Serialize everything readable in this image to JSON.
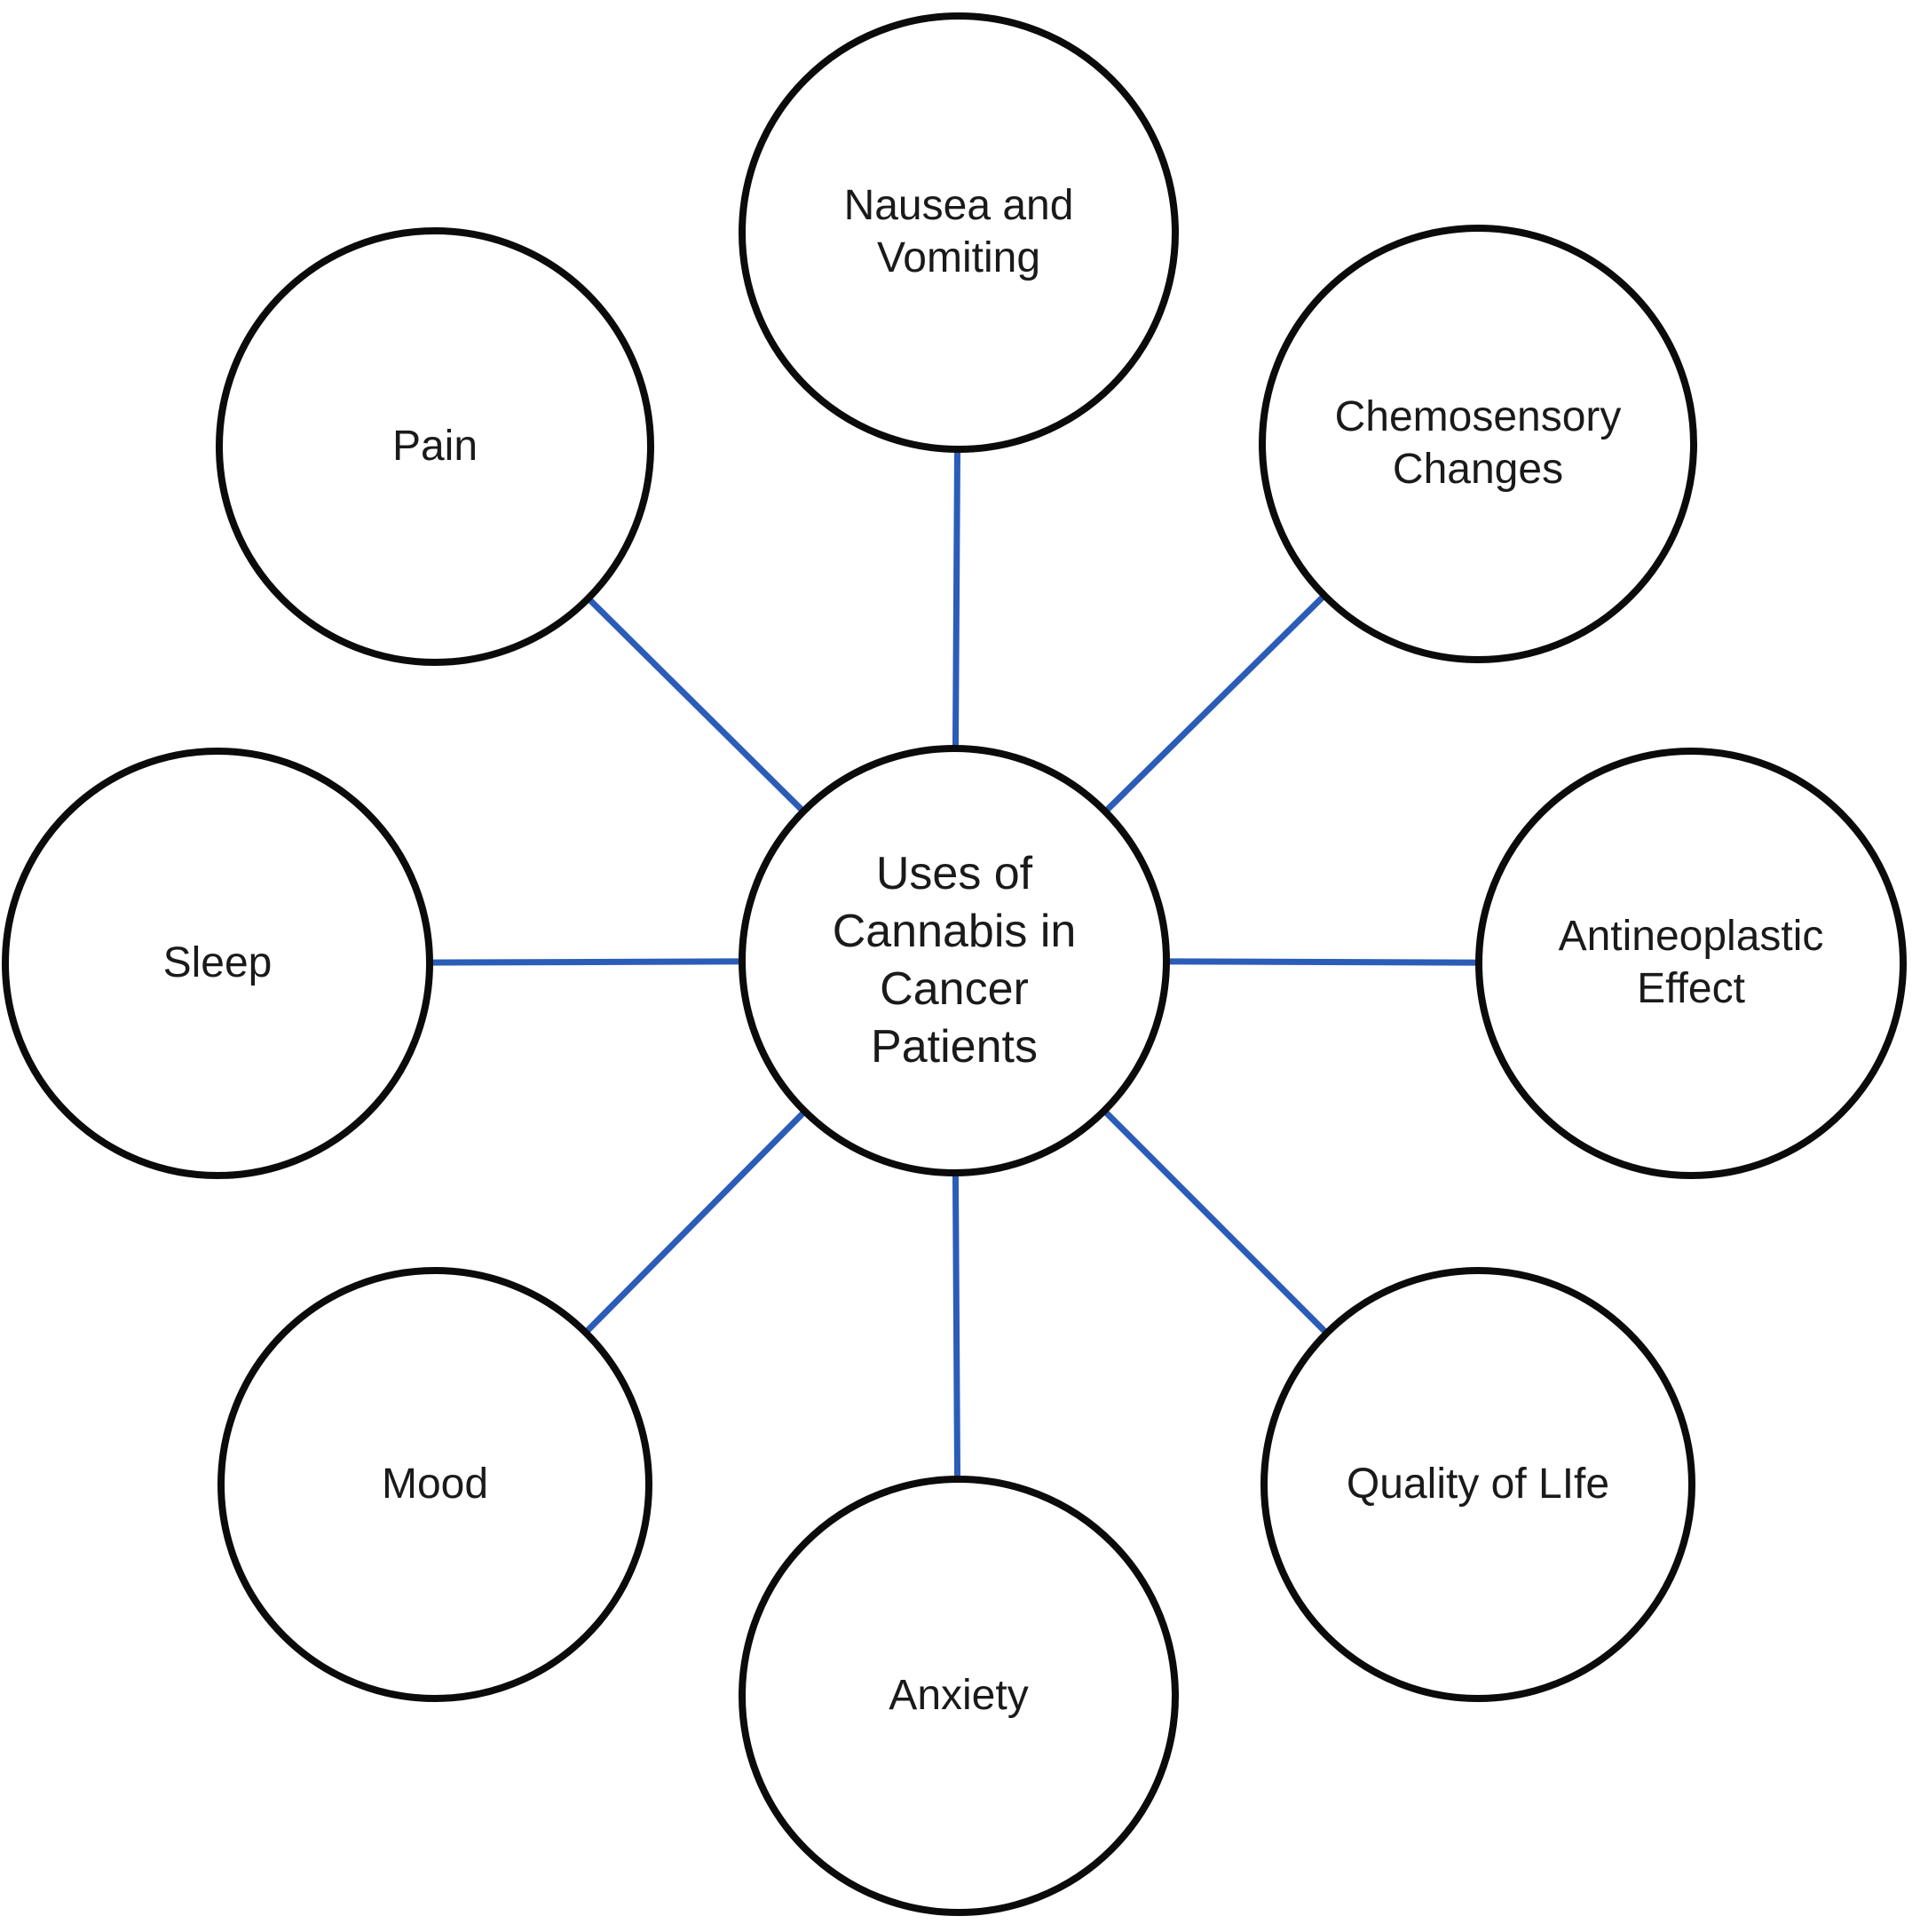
{
  "diagram": {
    "center": {
      "label": "Uses of\nCannabis in\nCancer\nPatients"
    },
    "nodes": [
      {
        "id": "nausea-vomiting",
        "label": "Nausea and\nVomiting"
      },
      {
        "id": "chemosensory-changes",
        "label": "Chemosensory\nChanges"
      },
      {
        "id": "antineoplastic-effect",
        "label": "Antineoplastic\nEffect"
      },
      {
        "id": "quality-of-life",
        "label": "Quality of LIfe"
      },
      {
        "id": "anxiety",
        "label": "Anxiety"
      },
      {
        "id": "mood",
        "label": "Mood"
      },
      {
        "id": "sleep",
        "label": "Sleep"
      },
      {
        "id": "pain",
        "label": "Pain"
      }
    ],
    "colors": {
      "connector": "#2B5CB8",
      "circle_stroke": "#0B0B0B",
      "text": "#1A1A1A",
      "background": "#FFFFFF"
    }
  }
}
